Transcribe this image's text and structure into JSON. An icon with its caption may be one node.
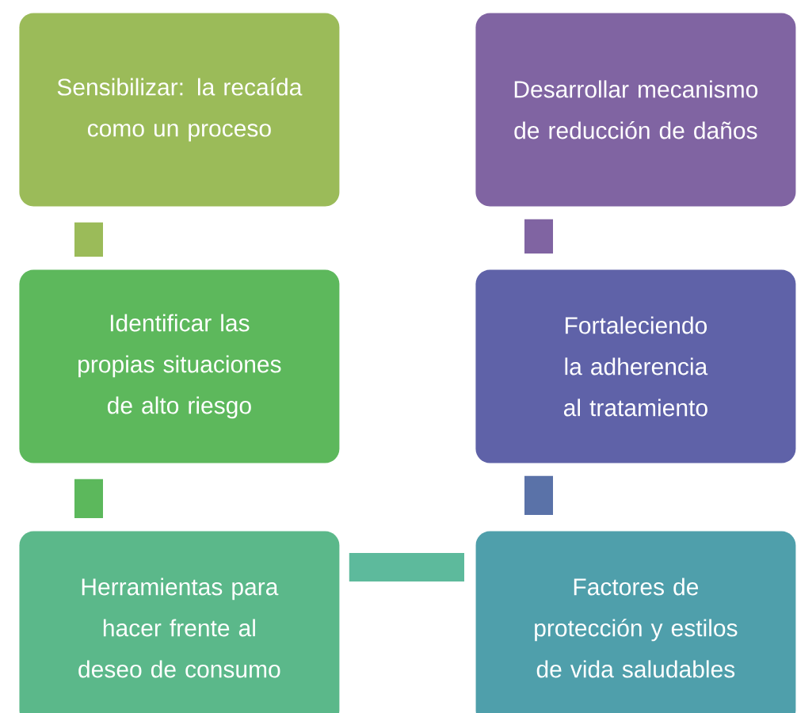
{
  "diagram": {
    "nodes": [
      {
        "text": [
          "Sensibilizar: la recaída como un proceso"
        ]
      },
      {
        "text": [
          "Identificar las propias situaciones de alto riesgo"
        ]
      },
      {
        "text": [
          "Herramientas para hacer frente  al deseo de consumo"
        ]
      },
      {
        "text": [
          "Desarrollar mecanismo de reducción de daños"
        ]
      },
      {
        "text": [
          "Fortaleciendo la adherencia al tratamiento"
        ]
      },
      {
        "text": [
          "Factores de protección y estilos de vida  saludables"
        ]
      }
    ],
    "edges": [
      {
        "from": 0,
        "to": 1,
        "arrow": "none",
        "color": "#9bbb59"
      },
      {
        "from": 1,
        "to": 2,
        "arrow": "none",
        "color": "#5cb85c"
      },
      {
        "from": 2,
        "to": 5,
        "arrow": "none",
        "color": "#5dba9c"
      },
      {
        "from": 5,
        "to": 4,
        "arrow": "none",
        "color": "#5a72a8"
      },
      {
        "from": 4,
        "to": 3,
        "arrow": "none",
        "color": "#8064a2"
      }
    ]
  }
}
